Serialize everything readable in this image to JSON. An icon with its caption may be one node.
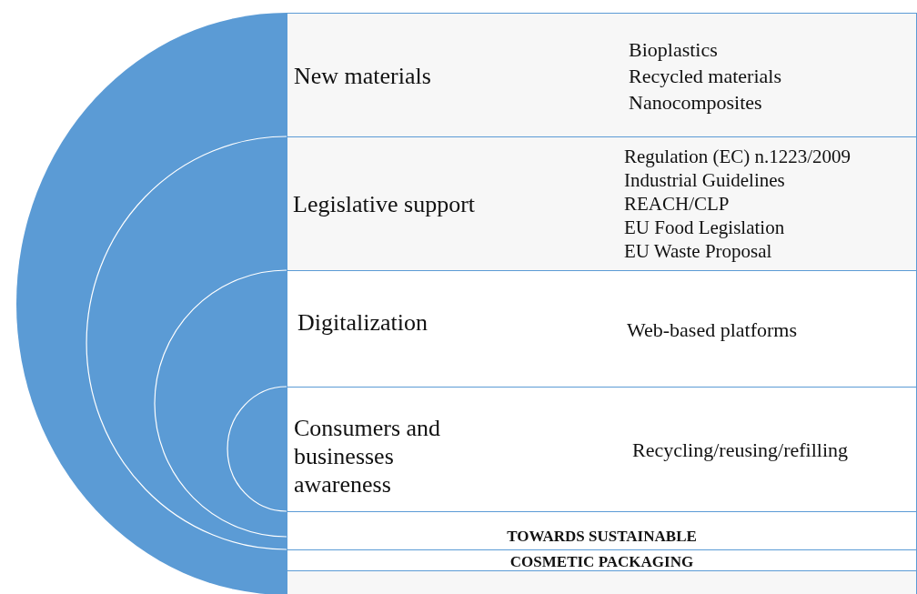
{
  "diagram": {
    "nodes": [
      {
        "text": [
          "New materials",
          "Bioplastics",
          "Recycled materials",
          "Nanocomposites"
        ]
      },
      {
        "text": [
          "Legislative support",
          "Regulation (EC) n.1223/2009",
          "Industrial Guidelines",
          "REACH/CLP",
          "EU Food Legislation",
          "EU Waste Proposal"
        ]
      },
      {
        "text": [
          "Digitalization",
          "Web-based platforms"
        ]
      },
      {
        "text": [
          "Consumers and businesses awareness",
          "Recycling/reusing/refilling"
        ]
      },
      {
        "text": [
          "TOWARDS SUSTAINABLE"
        ]
      },
      {
        "text": [
          "COSMETIC PACKAGING"
        ]
      },
      {
        "text": [],
        "shape": "box"
      }
    ]
  }
}
